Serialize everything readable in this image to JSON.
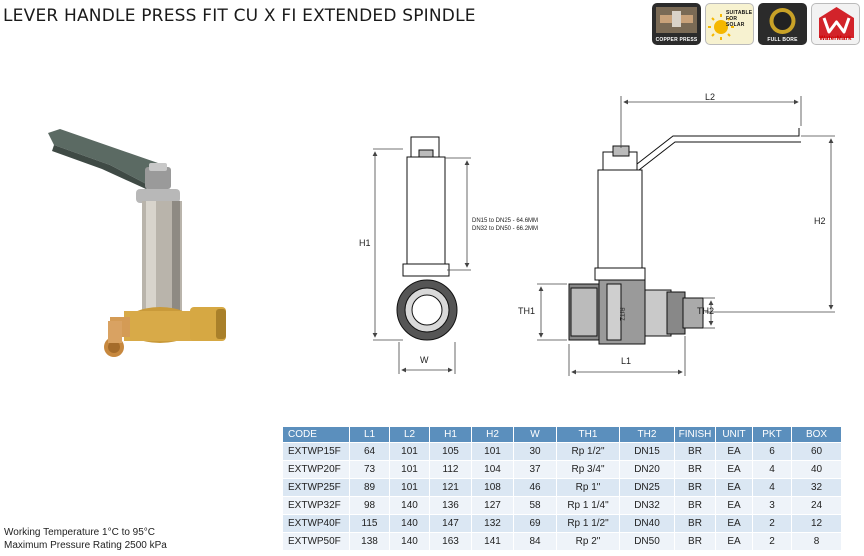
{
  "title": "LEVER HANDLE PRESS FIT CU X FI EXTENDED SPINDLE",
  "badges": [
    {
      "name": "copper-press",
      "caption": "COPPER PRESS"
    },
    {
      "name": "suitable-for-solar",
      "caption": "SUITABLE FOR SOLAR"
    },
    {
      "name": "full-bore",
      "caption": "FULL BORE"
    },
    {
      "name": "watermark",
      "caption": "WaterMark"
    }
  ],
  "drawing": {
    "dims": {
      "l1": "L1",
      "l2": "L2",
      "h1": "H1",
      "h2": "H2",
      "w": "W",
      "th1": "TH1",
      "th2": "TH2",
      "spindle_note_1": "DN15 to DN25  - 64.6MM",
      "spindle_note_2": "DN32 to DN50  - 66.2MM",
      "body_mark": "RITZ"
    }
  },
  "specs": {
    "working_temperature": "Working Temperature  1°C to 95°C",
    "max_pressure": "Maximum Pressure Rating  2500 kPa"
  },
  "table": {
    "headers": [
      "CODE",
      "L1",
      "L2",
      "H1",
      "H2",
      "W",
      "TH1",
      "TH2",
      "FINISH",
      "UNIT",
      "PKT",
      "BOX"
    ],
    "rows": [
      [
        "EXTWP15F",
        "64",
        "101",
        "105",
        "101",
        "30",
        "Rp 1/2\"",
        "DN15",
        "BR",
        "EA",
        "6",
        "60"
      ],
      [
        "EXTWP20F",
        "73",
        "101",
        "112",
        "104",
        "37",
        "Rp 3/4\"",
        "DN20",
        "BR",
        "EA",
        "4",
        "40"
      ],
      [
        "EXTWP25F",
        "89",
        "101",
        "121",
        "108",
        "46",
        "Rp 1\"",
        "DN25",
        "BR",
        "EA",
        "4",
        "32"
      ],
      [
        "EXTWP32F",
        "98",
        "140",
        "136",
        "127",
        "58",
        "Rp 1 1/4\"",
        "DN32",
        "BR",
        "EA",
        "3",
        "24"
      ],
      [
        "EXTWP40F",
        "115",
        "140",
        "147",
        "132",
        "69",
        "Rp 1 1/2\"",
        "DN40",
        "BR",
        "EA",
        "2",
        "12"
      ],
      [
        "EXTWP50F",
        "138",
        "140",
        "163",
        "141",
        "84",
        "Rp 2\"",
        "DN50",
        "BR",
        "EA",
        "2",
        "8"
      ]
    ]
  }
}
